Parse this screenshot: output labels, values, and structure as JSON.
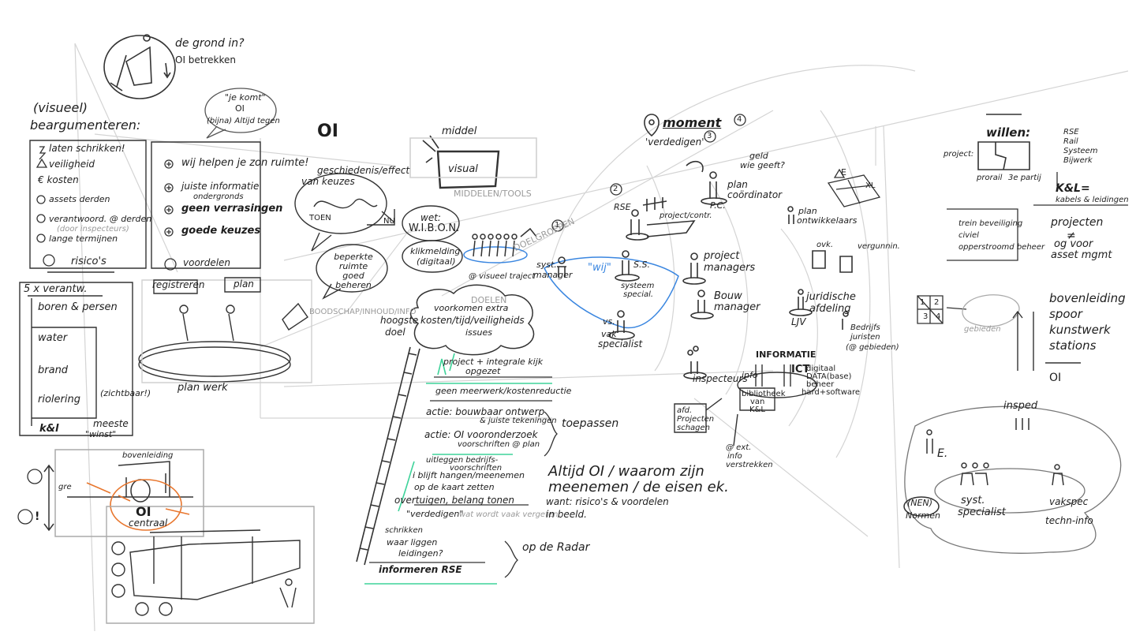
{
  "top_left": {
    "q_ground": "de grond in?",
    "oi_betrekken": "OI betrekken",
    "bubble_line1": "\"je komt\"",
    "bubble_line2": "OI",
    "bubble_line3": "(bijna) Altijd tegen"
  },
  "left_panel": {
    "title_line1": "(visueel)",
    "title_line2": "beargumenteren:",
    "risks": [
      "laten schrikken!",
      "veiligheid",
      "€ kosten",
      "assets derden",
      "verantwoord. @ derden",
      "(door inspecteurs)",
      "lange termijnen"
    ],
    "risks_label": "risico's",
    "benefits": [
      "wij helpen je zon ruimte!",
      "juiste informatie",
      "ondergronds",
      "geen verrasingen",
      "goede keuzes"
    ],
    "benefits_label": "voordelen"
  },
  "five_x": {
    "title": "5 x verantw.",
    "items": [
      "boren & persen",
      "water",
      "brand",
      "riolering",
      "(zichtbaar!)",
      "k&l",
      "meeste",
      "\"winst\""
    ]
  },
  "oi_heading": "OI",
  "history": {
    "title_line1": "geschiedenis/effect",
    "title_line2": "van keuzes",
    "toen": "TOEN",
    "nu": "NU"
  },
  "limited_space": "beperkte ruimte goed beheren",
  "wet": {
    "line1": "wet:",
    "line2": "W.I.B.O.N."
  },
  "klikmelding": {
    "line1": "klikmelding",
    "line2": "(digitaal)"
  },
  "middel": {
    "title": "middel",
    "visual": "visual",
    "tools": "MIDDELEN/TOOLS"
  },
  "boodschap": "BOODSCHAP/INHOUD/INFO",
  "registreren": "registreren",
  "plan": "plan",
  "plan_werk": "plan werk",
  "visueel_traject": "@ visueel traject",
  "doelgroepen": "DOELGROEPEN",
  "doelen": "DOELEN",
  "cloud": {
    "line1": "voorkomen extra",
    "line2": "kosten/tijd/veiligheids",
    "line3": "issues"
  },
  "hoogste_doel": {
    "line1": "hoogste",
    "line2": "doel"
  },
  "ladder_steps": [
    "project + integrale kijk",
    "opgezet",
    "geen meerwerk/kostenreductie",
    "actie: bouwbaar ontwerp",
    "& juiste tekeningen",
    "actie: OI vooronderzoek",
    "voorschriften @ plan",
    "uitleggen bedrijfs-",
    "voorschriften",
    "i blijft hangen/meenemen",
    "op de kaart zetten",
    "overtuigen, belang tonen",
    "\"verdedigen\"",
    "wat wordt vaak vergeten",
    "schrikken",
    "waar liggen",
    "leidingen?",
    "informeren RSE"
  ],
  "toepassen": "toepassen",
  "op_de_radar": "op de Radar",
  "altijd": {
    "line1": "Altijd OI / waarom zijn",
    "line2": "meenemen / de eisen ek.",
    "line3": "want: risico's & voordelen",
    "line4": "in beeld."
  },
  "moment": {
    "title": "moment",
    "num3": "3",
    "num4": "4",
    "verdedigen": "'verdedigen'"
  },
  "geld": {
    "line1": "geld",
    "line2": "wie geeft?"
  },
  "circle_1": "1",
  "circle_2": "2",
  "rse": "RSE",
  "project_contr": "project/contr.",
  "plan_coord": {
    "line1": "plan",
    "line2": "coördinator",
    "line3": "P.C."
  },
  "plan_ontw": {
    "line1": "plan",
    "line2": "ontwikkelaars"
  },
  "syst_manager": {
    "line1": "syst.",
    "line2": "manager"
  },
  "wij": "\"wij\"",
  "ss": {
    "line1": "S.S.",
    "line2": "systeem",
    "line3": "special."
  },
  "project_managers": {
    "line1": "project",
    "line2": "managers"
  },
  "bouw_manager": {
    "line1": "Bouw",
    "line2": "manager"
  },
  "vs": {
    "line1": "vs.",
    "line2": "vak",
    "line3": "specialist"
  },
  "inspecteurs": "inspecteurs",
  "juridische": {
    "line1": "juridische",
    "line2": "afdeling",
    "line3": "LJV"
  },
  "ovk": "ovk.",
  "vergunning": "vergunnin.",
  "bedrijfsjuristen": {
    "line1": "Bedrijfs",
    "line2": "juristen",
    "line3": "(@ gebieden)"
  },
  "informatie": {
    "title": "INFORMATIE",
    "info": "info",
    "ict": "ICT",
    "ict_sub": [
      "digitaal",
      "DATA(base)",
      "beheer",
      "hard+software"
    ],
    "bibliotheek": [
      "bibliotheek",
      "van",
      "K&L"
    ]
  },
  "afd_projecten": {
    "line1": "afd.",
    "line2": "Projecten",
    "line3": "schagen"
  },
  "info_verstrekken": {
    "line1": "@ ext.",
    "line2": "info",
    "line3": "verstrekken"
  },
  "map_e": "E",
  "map_xl": "XL",
  "willen": {
    "title": "willen:",
    "project": "project:",
    "prorail": "prorail",
    "derde": "3e partij",
    "list": [
      "RSE",
      "Rail",
      "Systeem",
      "Bijwerk"
    ]
  },
  "kl": {
    "title": "K&L=",
    "sub": "kabels & leidingen"
  },
  "list_mid": [
    "trein beveiliging",
    "civiel",
    "opperstroomd beheer"
  ],
  "projecten": {
    "line1": "projecten",
    "line2": "≠",
    "line3": "og voor",
    "line4": "asset mgmt"
  },
  "grid_nums": [
    "1",
    "2",
    "3",
    "4"
  ],
  "gebieden": "gebieden",
  "bovenleiding": [
    "bovenleiding",
    "spoor",
    "kunstwerk",
    "stations",
    "OI"
  ],
  "insped": "insped",
  "right_bottom": {
    "e_label": "E.",
    "nen": "(NEN)",
    "normen": "Normen",
    "syst_specialist": {
      "line1": "syst.",
      "line2": "specialist"
    },
    "vakspec": {
      "line1": "vakspec",
      "line2": "techn-info"
    }
  },
  "bottom_left": {
    "bovenleiding": "bovenleiding",
    "oi": "OI",
    "centraal": "centraal",
    "grens": "gre",
    "exclaim": "!"
  }
}
